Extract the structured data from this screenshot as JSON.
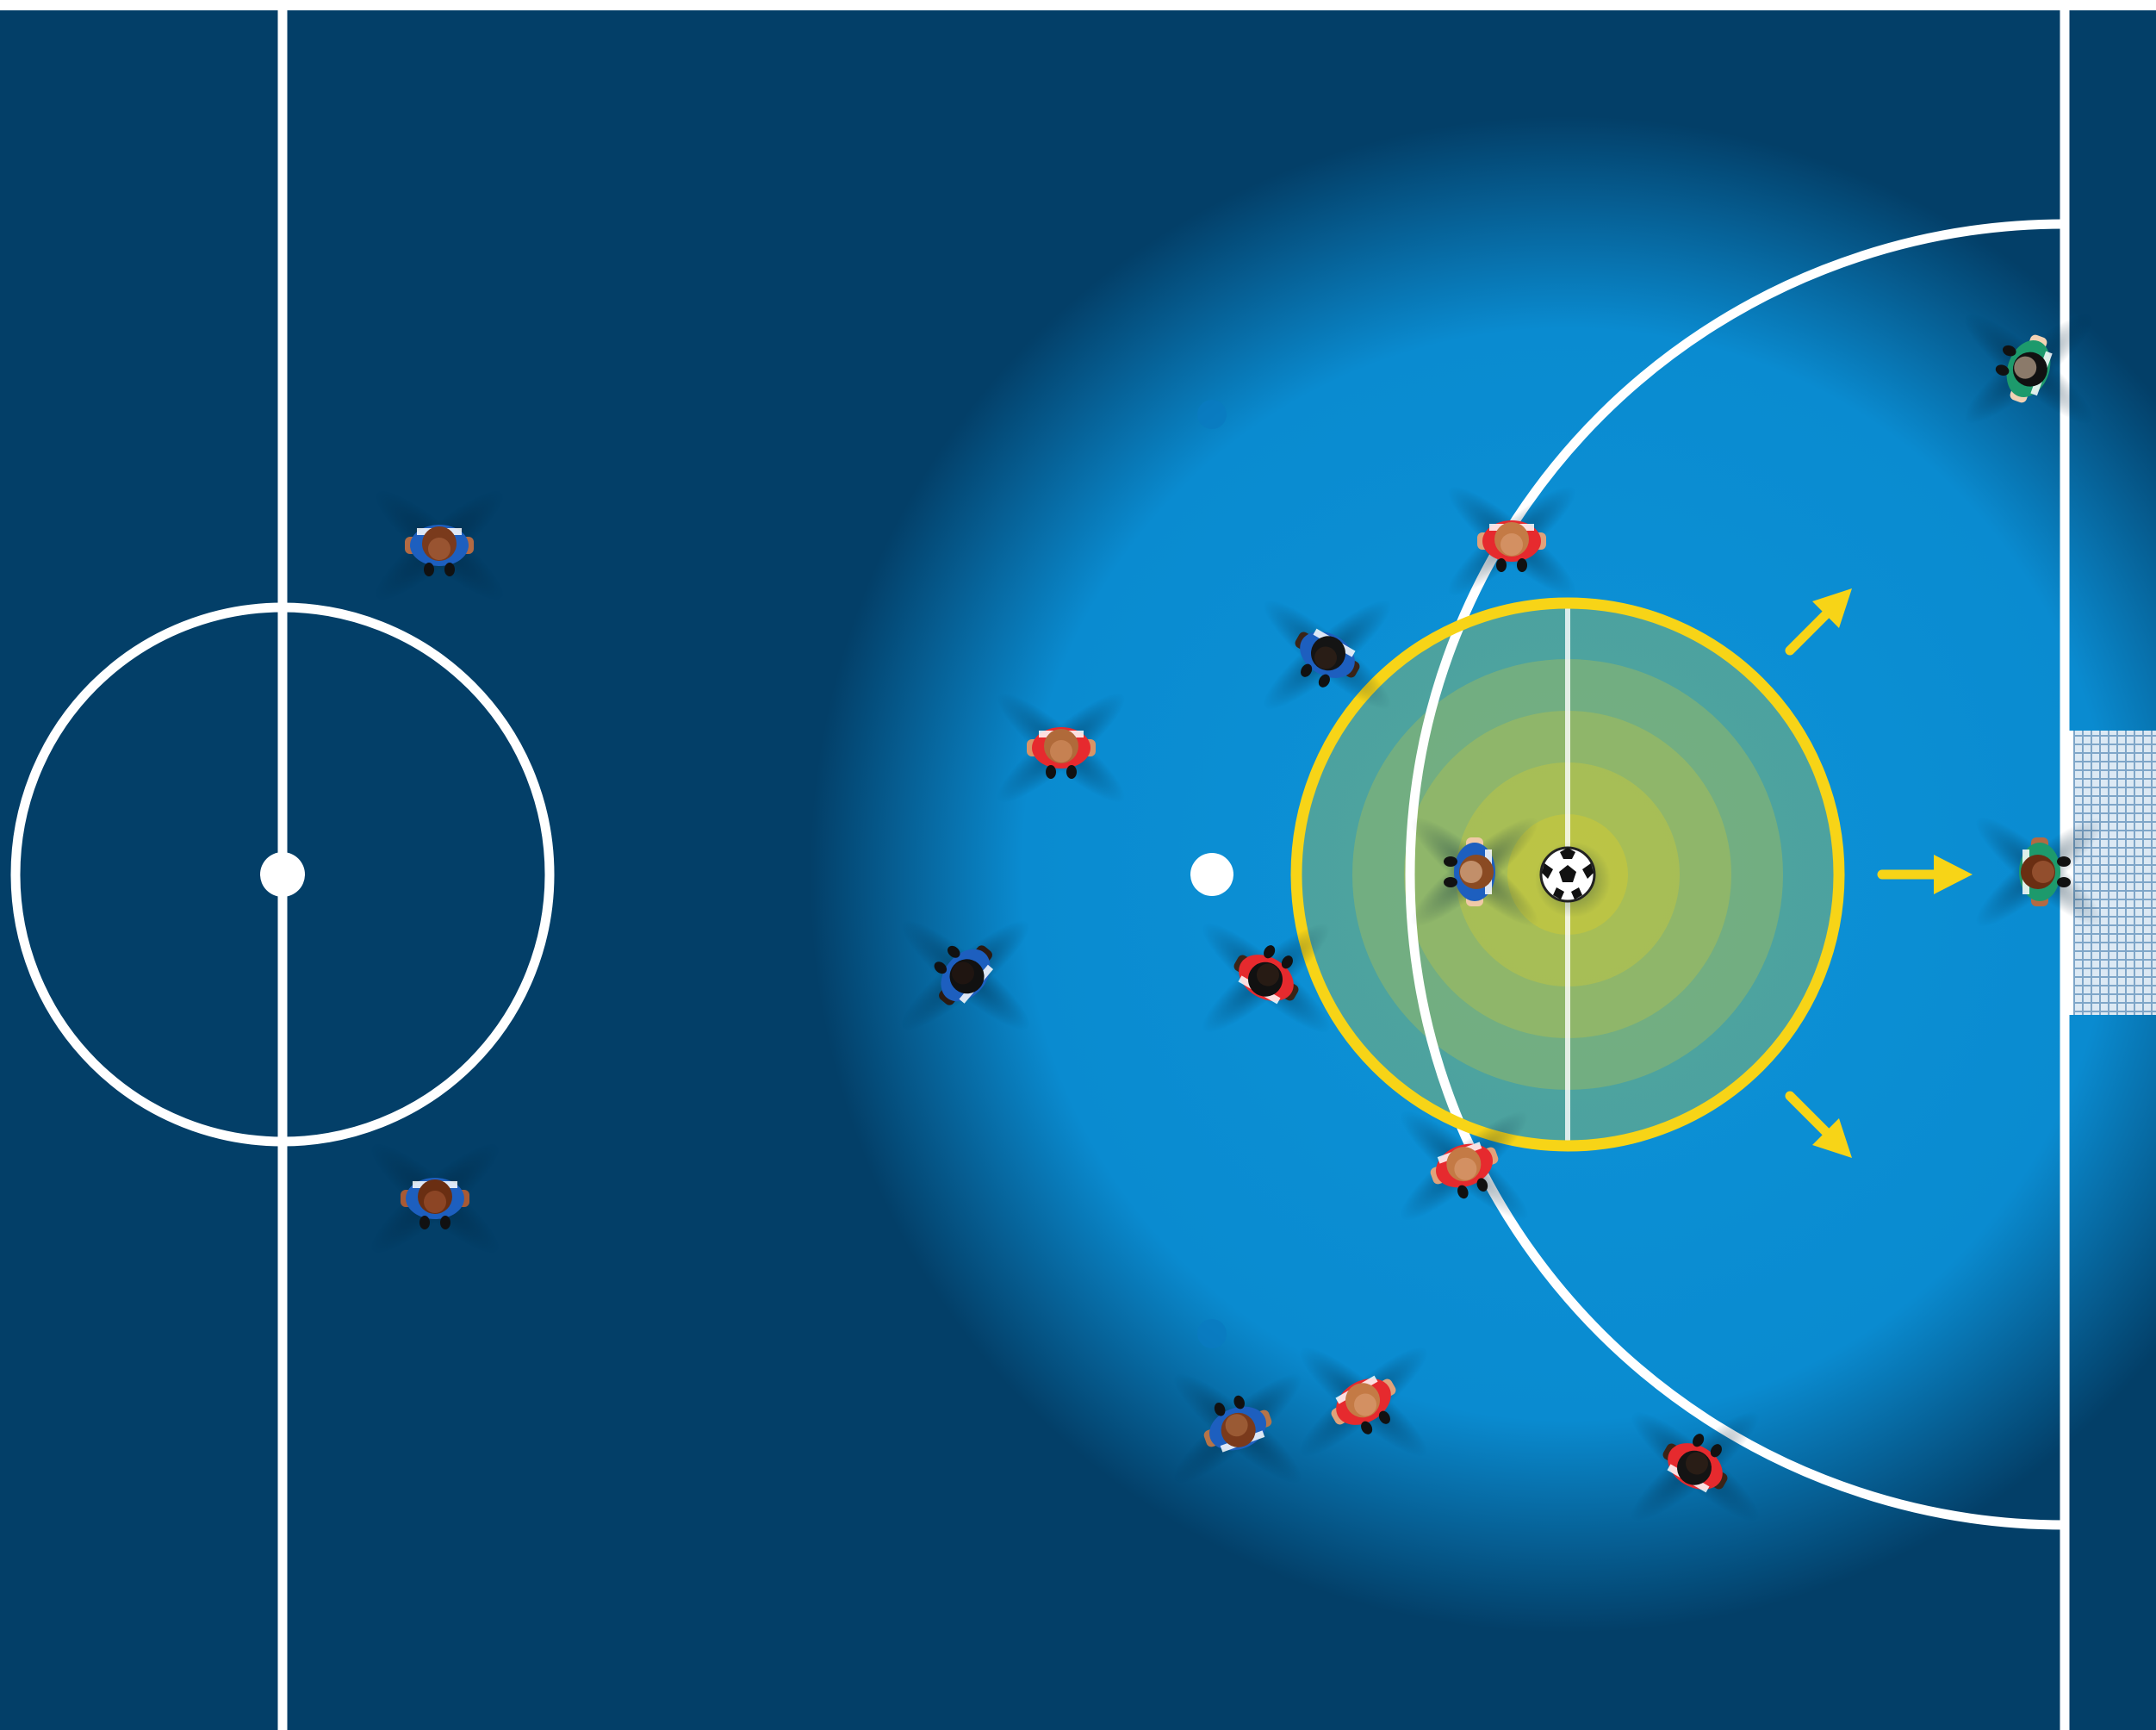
{
  "colors": {
    "pitch": "#033f68",
    "spotlight": "#0a8bd0",
    "lines": "#ffffff",
    "zone": "#f7d417",
    "blue_team": "#1d5fbf",
    "red_team": "#e62a2e",
    "goalkeeper_kit": "#1d9a6c",
    "shadow": "#02243c"
  },
  "players": [
    {
      "team": "blue",
      "skin": "#b26a43",
      "hair": "#7a3a1c"
    },
    {
      "team": "blue",
      "skin": "#a85a34",
      "hair": "#6a2e12"
    },
    {
      "team": "red",
      "skin": "#d99466",
      "hair": "#b06a3a"
    },
    {
      "team": "blue",
      "skin": "#2b1a12",
      "hair": "#111111"
    },
    {
      "team": "red",
      "skin": "#e0a27a",
      "hair": "#c47a45"
    },
    {
      "team": "blue",
      "skin": "#3a2418",
      "hair": "#141414"
    },
    {
      "team": "red",
      "skin": "#3a2418",
      "hair": "#111111"
    },
    {
      "team": "blue",
      "skin": "#f0c9a6",
      "hair": "#8a4a22"
    },
    {
      "team": "red",
      "skin": "#e0a27a",
      "hair": "#c47a45"
    },
    {
      "team": "blue",
      "skin": "#b57448",
      "hair": "#7a3a1c"
    },
    {
      "team": "red",
      "skin": "#e0a27a",
      "hair": "#c47a45"
    },
    {
      "team": "red",
      "skin": "#3a2418",
      "hair": "#141414"
    },
    {
      "team": "goalkeeper",
      "skin": "#f1d2b4",
      "hair": "#111111"
    },
    {
      "team": "goalkeeper",
      "skin": "#b26a43",
      "hair": "#6a2e12"
    }
  ],
  "arrows": [
    "arrow-up-right",
    "arrow-right",
    "arrow-down-right"
  ],
  "ball": "soccer-ball-icon"
}
